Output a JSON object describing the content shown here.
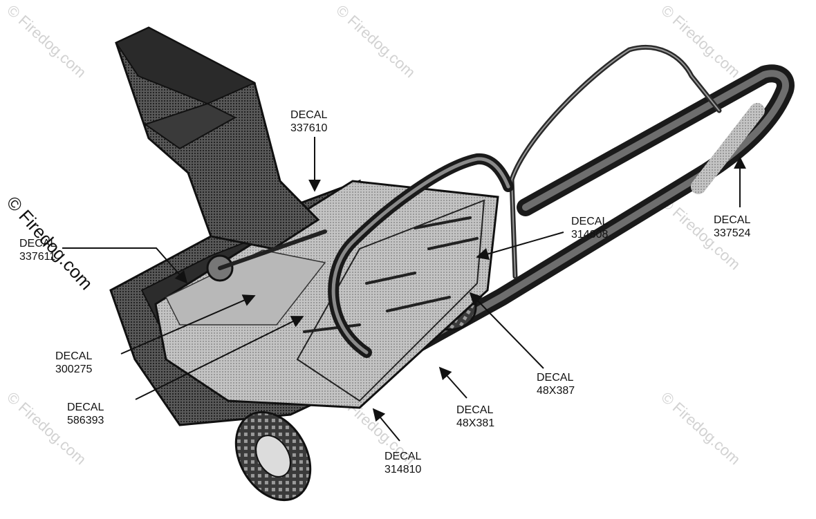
{
  "watermark": {
    "text": "© Firedog.com",
    "main_text": "© Firedog.com"
  },
  "callouts": [
    {
      "id": "337610",
      "word": "DECAL",
      "part": "337610"
    },
    {
      "id": "337611",
      "word": "DECAL",
      "part": "337611"
    },
    {
      "id": "300275",
      "word": "DECAL",
      "part": "300275"
    },
    {
      "id": "586393",
      "word": "DECAL",
      "part": "586393"
    },
    {
      "id": "314808",
      "word": "DECAL",
      "part": "314808"
    },
    {
      "id": "337524",
      "word": "DECAL",
      "part": "337524"
    },
    {
      "id": "48X387",
      "word": "DECAL",
      "part": "48X387"
    },
    {
      "id": "48X381",
      "word": "DECAL",
      "part": "48X381"
    },
    {
      "id": "314810",
      "word": "DECAL",
      "part": "314810"
    }
  ],
  "colors": {
    "ink": "#111111",
    "body_dark": "#2b2b2b",
    "body_mid": "#8a8a8a",
    "body_light": "#c4c4c4",
    "watermark": "#d2d2d2"
  }
}
